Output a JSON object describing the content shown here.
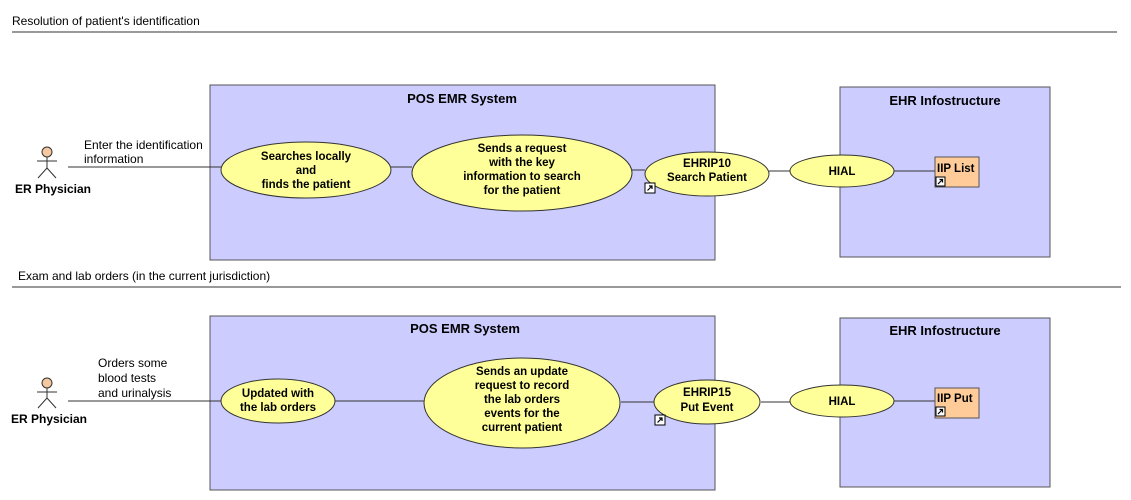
{
  "diagrams": [
    {
      "section_title": "Resolution of patient's identification",
      "actor": "ER Physician",
      "note_lines": [
        "Enter the identification",
        "information"
      ],
      "system_title": "POS EMR System",
      "use_cases": [
        {
          "lines": [
            "Searches locally",
            "and",
            "finds the patient"
          ]
        },
        {
          "lines": [
            "Sends a request",
            "with the key",
            "information to search",
            "for the patient"
          ]
        },
        {
          "lines": [
            "EHRIP10",
            "Search Patient"
          ],
          "link_icon": "shortcut-link-icon"
        }
      ],
      "hial": "HIAL",
      "ehr_title": "EHR Infostructure",
      "component": "IIP List",
      "component_icon": "shortcut-link-icon"
    },
    {
      "section_title": "Exam and lab orders (in the current jurisdiction)",
      "actor": "ER Physician",
      "note_lines": [
        "Orders some",
        "blood tests",
        "and urinalysis"
      ],
      "system_title": "POS EMR System",
      "use_cases": [
        {
          "lines": [
            "Updated with",
            "the lab orders"
          ]
        },
        {
          "lines": [
            "Sends an update",
            "request to record",
            "the lab orders",
            "events for the",
            "current patient"
          ]
        },
        {
          "lines": [
            "EHRIP15",
            "Put Event"
          ],
          "link_icon": "shortcut-link-icon"
        }
      ],
      "hial": "HIAL",
      "ehr_title": "EHR Infostructure",
      "component": "IIP Put",
      "component_icon": "shortcut-link-icon"
    }
  ],
  "colors": {
    "system_fill": "#ccccff",
    "use_case_fill": "#ffff99",
    "component_fill": "#ffcc99",
    "actor_head": "#f5c9a0"
  }
}
